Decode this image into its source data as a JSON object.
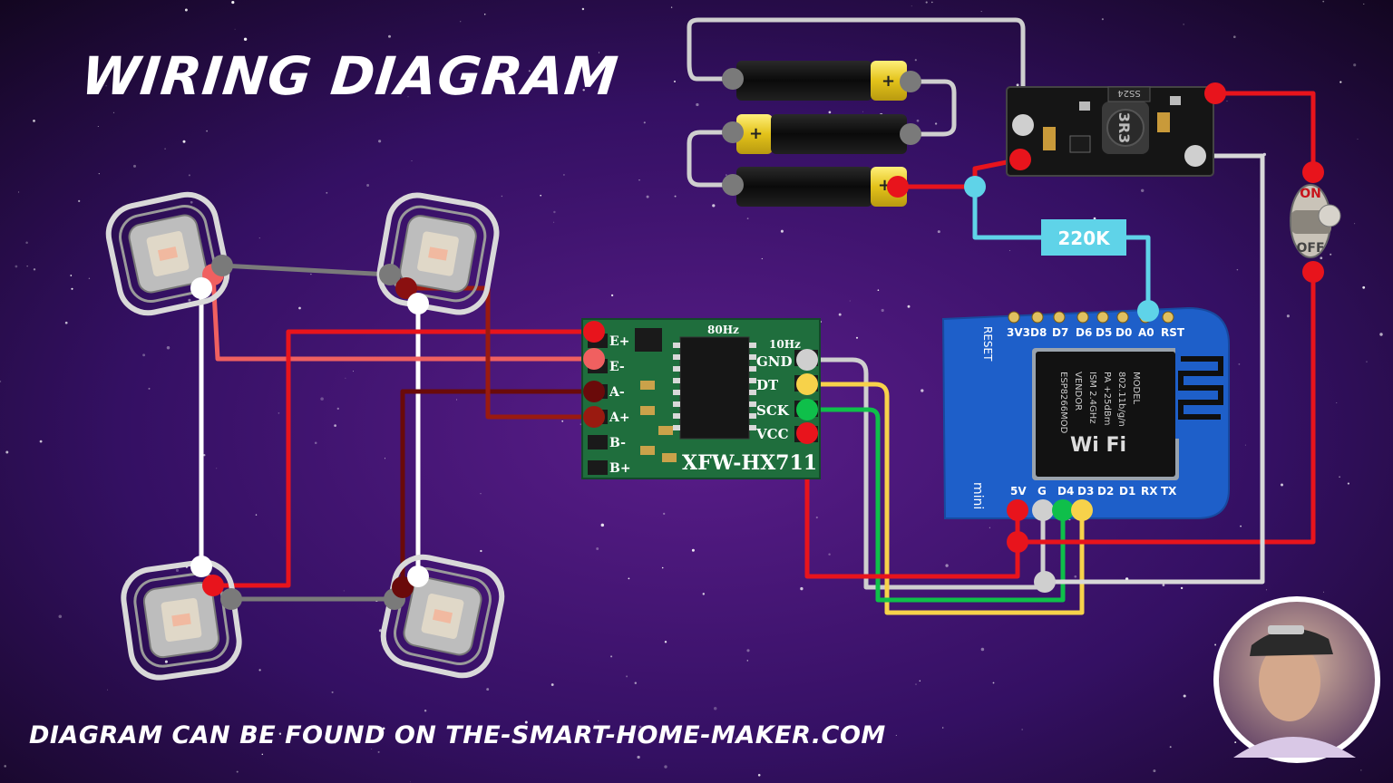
{
  "title": "WIRING DIAGRAM",
  "footer": "DIAGRAM CAN BE FOUND ON THE-SMART-HOME-MAKER.COM",
  "resistor_label": "220K",
  "hx711": {
    "label": "XFW-HX711",
    "freq": "80Hz",
    "freq2": "10Hz",
    "left_pins": [
      "E+",
      "E-",
      "A-",
      "A+",
      "B-",
      "B+"
    ],
    "right_pins": [
      "GND",
      "DT",
      "SCK",
      "VCC"
    ]
  },
  "d1mini": {
    "top_pins": [
      "3V3",
      "D8",
      "D7",
      "D6",
      "D5",
      "D0",
      "A0",
      "RST"
    ],
    "bottom_pins": [
      "5V",
      "G",
      "D4",
      "D3",
      "D2",
      "D1",
      "RX",
      "TX"
    ],
    "reset_label": "RESET",
    "board_label": "mini",
    "module_text": [
      "ESP8266MOD",
      "VENDOR",
      "ISM 2.4GHz",
      "PA +25dBm",
      "802.11b/g/n",
      "MODEL"
    ],
    "wifi_label": "Wi Fi"
  },
  "converter": {
    "chip_label": "3R3",
    "ic_label": "SS24"
  },
  "switch": {
    "on_label": "ON",
    "off_label": "OFF"
  },
  "battery_symbol": "+",
  "colors": {
    "red": "#e8141c",
    "light_red": "#f06060",
    "dark_red": "#8a1010",
    "gray": "#7a7a7a",
    "white": "#ffffff",
    "light_gray": "#cfcfcf",
    "yellow": "#f7d24a",
    "green": "#0fbf4a",
    "cyan": "#5fd3e8",
    "pcb_green": "#1f6e3d",
    "pcb_blue": "#1e5fc9",
    "bg": "#23093f"
  }
}
